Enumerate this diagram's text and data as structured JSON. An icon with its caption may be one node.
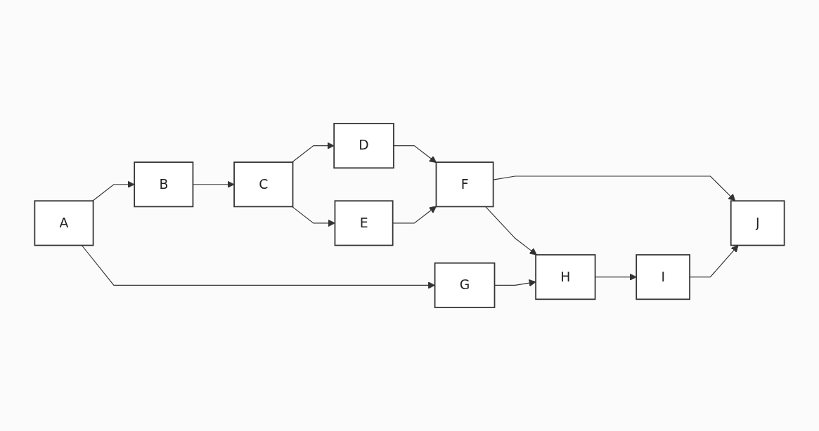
{
  "diagram": {
    "nodes": [
      {
        "text": [
          "A"
        ]
      },
      {
        "text": [
          "B"
        ]
      },
      {
        "text": [
          "C"
        ]
      },
      {
        "text": [
          "D"
        ]
      },
      {
        "text": [
          "E"
        ]
      },
      {
        "text": [
          "F"
        ]
      },
      {
        "text": [
          "G"
        ]
      },
      {
        "text": [
          "H"
        ]
      },
      {
        "text": [
          "I"
        ]
      },
      {
        "text": [
          "J"
        ]
      }
    ],
    "edges": [
      {
        "from": 0,
        "to": 1,
        "arrow": "to"
      },
      {
        "from": 1,
        "to": 2,
        "arrow": "to"
      },
      {
        "from": 2,
        "to": 3,
        "arrow": "to"
      },
      {
        "from": 2,
        "to": 4,
        "arrow": "to"
      },
      {
        "from": 3,
        "to": 5,
        "arrow": "to"
      },
      {
        "from": 4,
        "to": 5,
        "arrow": "to"
      },
      {
        "from": 5,
        "to": 9,
        "arrow": "to"
      },
      {
        "from": 5,
        "to": 7,
        "arrow": "to"
      },
      {
        "from": 7,
        "to": 8,
        "arrow": "to"
      },
      {
        "from": 8,
        "to": 9,
        "arrow": "to"
      },
      {
        "from": 0,
        "to": 6,
        "arrow": "to"
      },
      {
        "from": 6,
        "to": 7,
        "arrow": "to"
      }
    ]
  }
}
